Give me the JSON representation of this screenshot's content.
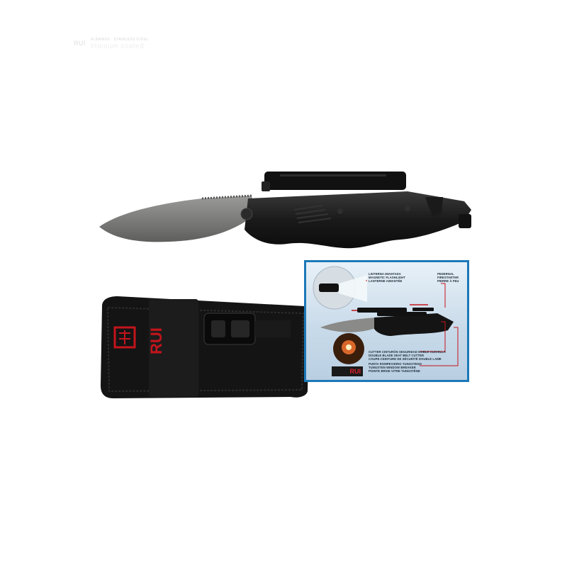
{
  "knife": {
    "blade_brand": "RUI",
    "blade_steel": "ALBAINOX · STAINLESS STEEL",
    "blade_coating": "titanium coated"
  },
  "sheath": {
    "brand": "RUI"
  },
  "card": {
    "brand": "RUI",
    "flashlight_label": [
      "LINTERNA IMANTADA",
      "MAGNETIC FLASHLIGHT",
      "LANTERNE AIMANTÉE"
    ],
    "firestarter_label": [
      "PEDERNAL",
      "FIRESTARTER",
      "PIERRE À FEU"
    ],
    "cutter_label": [
      "CUTTER CINTURÓN SEGURIDAD DOBLE CUCHILLA",
      "DOUBLE BLADE SEAT BELT CUTTER",
      "COUPE-CEINTURE DE SÉCURITÉ DOUBLE LAME"
    ],
    "breaker_label": [
      "PUNTA ROMPEVIDRIO TUNGSTENO",
      "TUNGSTEN WINDOW BREAKER",
      "POINTE BRISE VITRE TUNGSTÈNE"
    ]
  },
  "colors": {
    "background": "#ffffff",
    "card_border": "#1c78b8",
    "brand_red": "#c4141c"
  }
}
